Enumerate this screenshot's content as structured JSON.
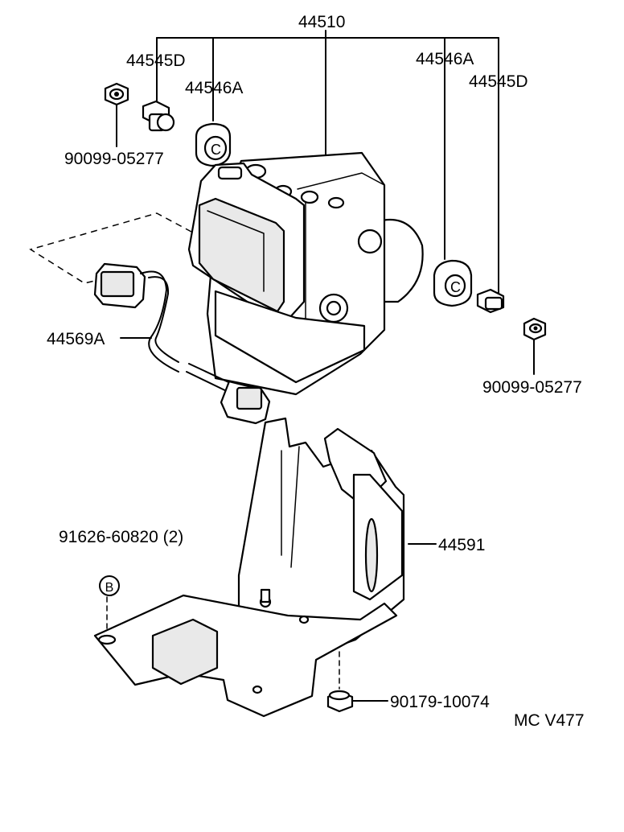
{
  "callouts": {
    "assembly": "44510",
    "screw_left": "44545D",
    "cushion_left": "44546A",
    "cushion_right": "44546A",
    "screw_right": "44545D",
    "bolt_left": "90099-05277",
    "bolt_right": "90099-05277",
    "harness": "44569A",
    "bracket": "44591",
    "bolt_bracket": "91626-60820 (2)",
    "bracket_marker": "B",
    "nut_bottom": "90179-10074",
    "figure_code": "MC V477"
  },
  "colors": {
    "line": "#000000",
    "background": "#ffffff"
  }
}
